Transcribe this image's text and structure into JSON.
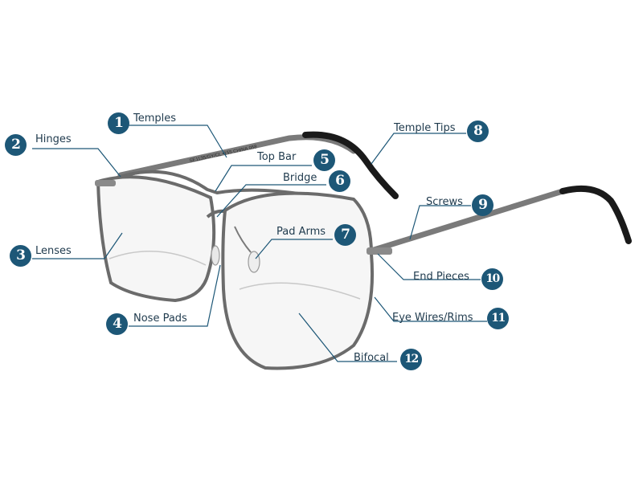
{
  "colors": {
    "badge": "#1d5777",
    "leader": "#1d5777",
    "frame": "#6b6b6b",
    "tip": "#1a1a1a"
  },
  "parts": [
    {
      "num": "1",
      "label": "Temples"
    },
    {
      "num": "2",
      "label": "Hinges"
    },
    {
      "num": "3",
      "label": "Lenses"
    },
    {
      "num": "4",
      "label": "Nose Pads"
    },
    {
      "num": "5",
      "label": "Top Bar"
    },
    {
      "num": "6",
      "label": "Bridge"
    },
    {
      "num": "7",
      "label": "Pad Arms"
    },
    {
      "num": "8",
      "label": "Temple Tips"
    },
    {
      "num": "9",
      "label": "Screws"
    },
    {
      "num": "10",
      "label": "End Pieces"
    },
    {
      "num": "11",
      "label": "Eye Wires/Rims"
    },
    {
      "num": "12",
      "label": "Bifocal"
    }
  ],
  "engraving": "SE1135/GY/CL  •155  CHINA 058"
}
